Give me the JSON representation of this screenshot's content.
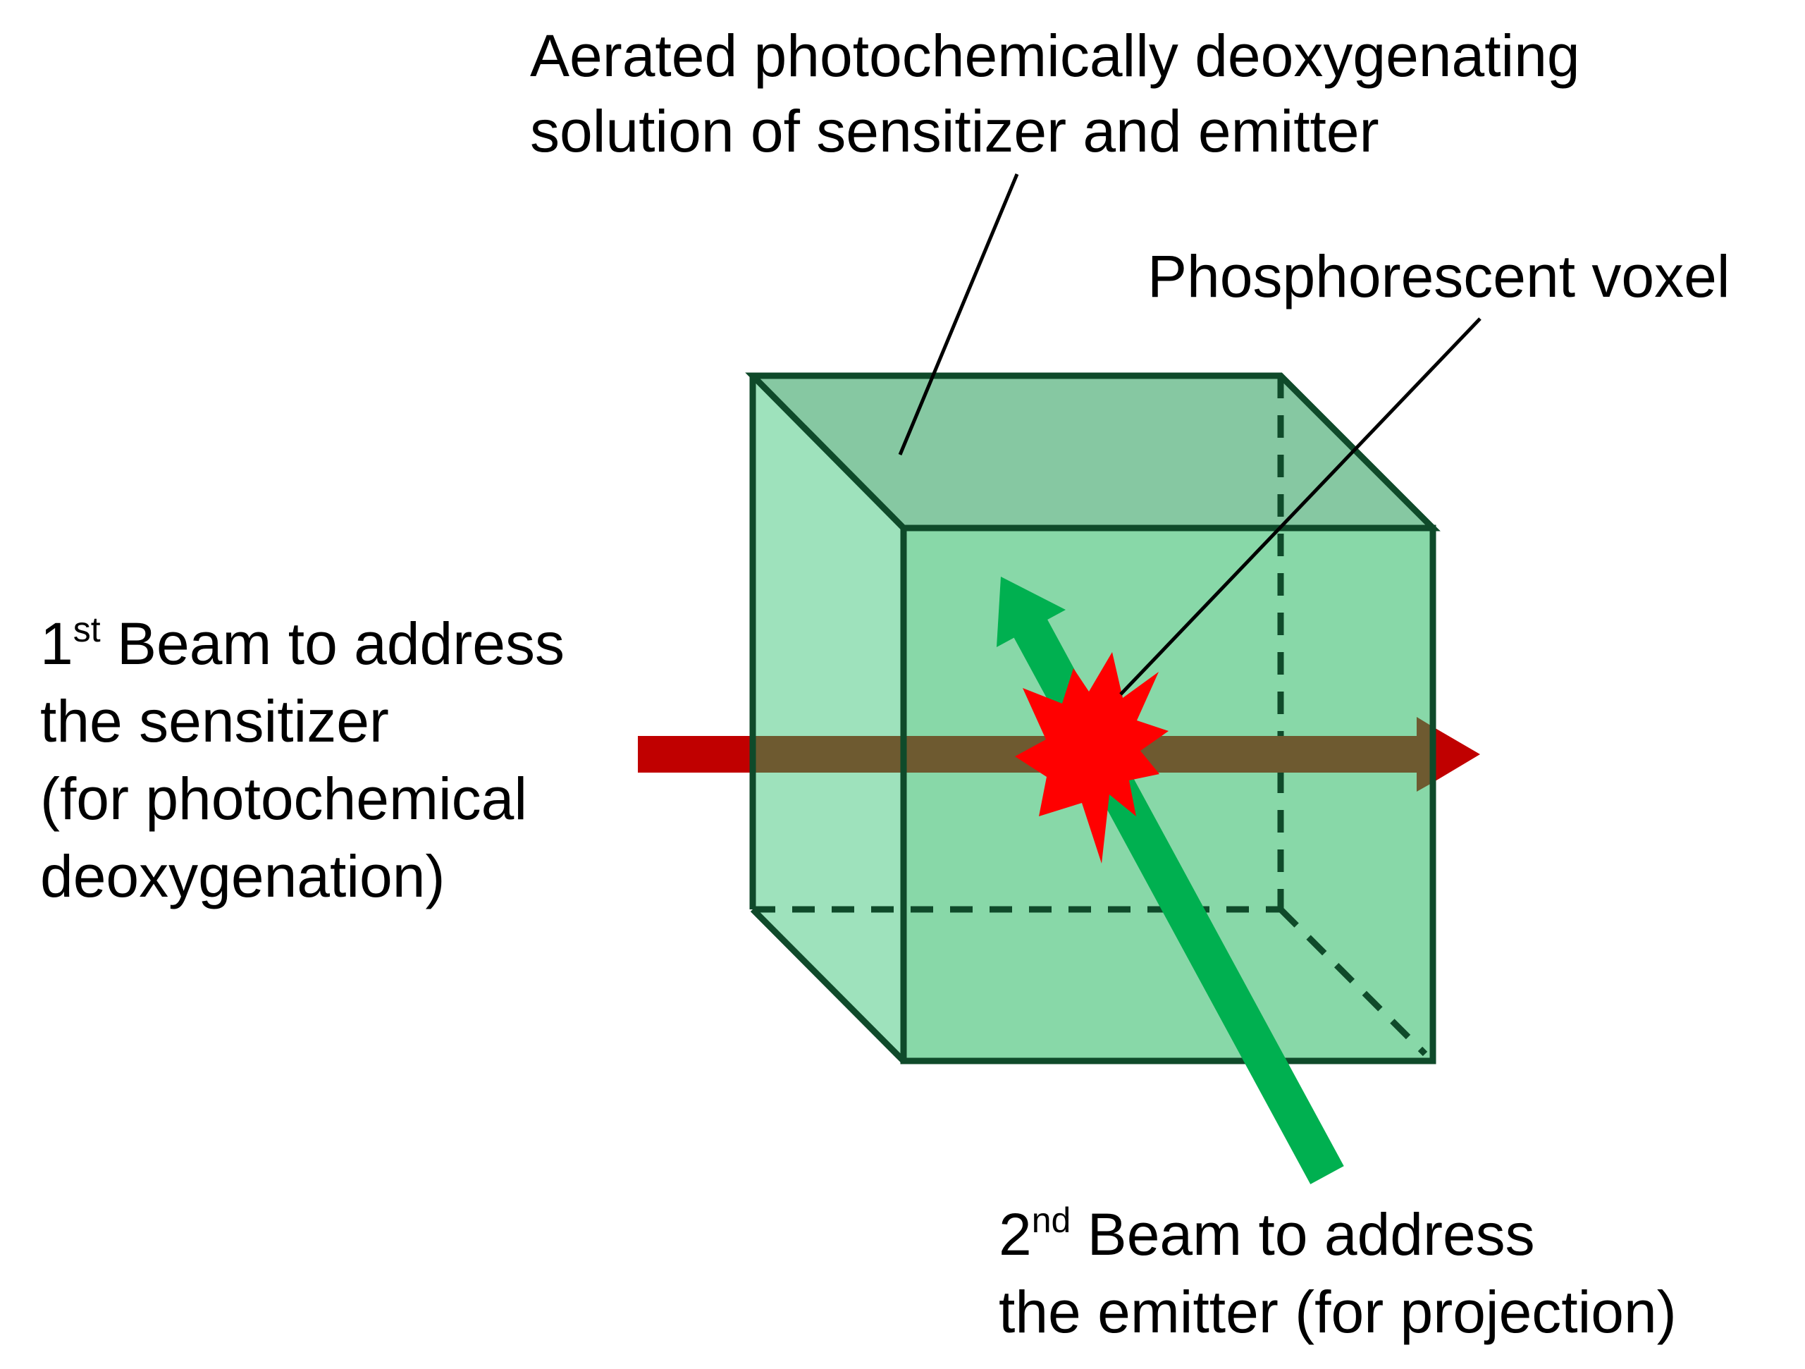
{
  "colors": {
    "cube_front": "#88d8a8",
    "cube_side": "#9ee2bc",
    "cube_top": "#86c8a2",
    "cube_edge": "#0f4a2a",
    "beam_red": "#c00000",
    "beam_inside": "#6e5a30",
    "beam_green": "#00b050",
    "voxel": "#ff0000",
    "leader": "#000000"
  },
  "labels": {
    "solution": {
      "line1": "Aerated photochemically deoxygenating",
      "line2": "solution of sensitizer and emitter"
    },
    "voxel": "Phosphorescent voxel",
    "beam1": {
      "num": "1",
      "sup": "st",
      "line1_rest": " Beam to address",
      "line2": "the sensitizer",
      "line3": "(for photochemical",
      "line4": "deoxygenation)"
    },
    "beam2": {
      "num": "2",
      "sup": "nd",
      "line1_rest": " Beam to address",
      "line2": "the emitter (for projection)"
    }
  }
}
